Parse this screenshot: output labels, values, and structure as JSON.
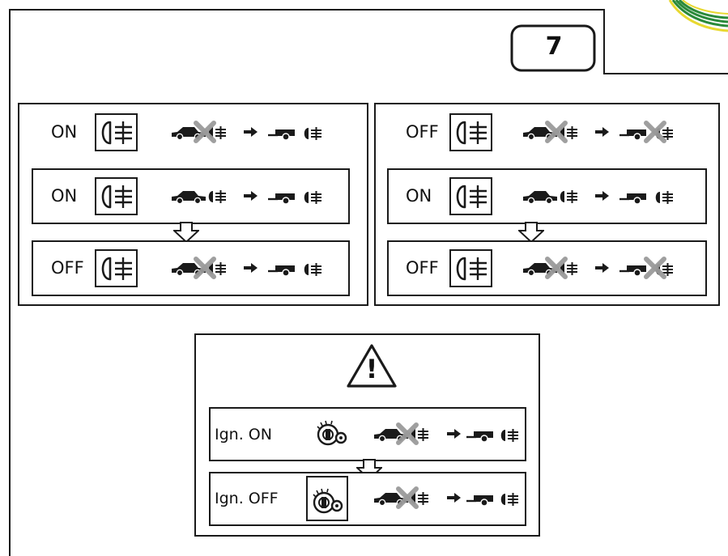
{
  "figure": {
    "step_number": "7",
    "colors": {
      "line": "#1a1a1a",
      "cross": "#9a9a9a",
      "badge_green": "#2a8a3a",
      "badge_yellow": "#e8d830"
    }
  },
  "left_panel": {
    "header": {
      "state": "ON",
      "car_crossed": true,
      "trailer_crossed": false
    },
    "step1": {
      "state": "ON",
      "car_crossed": false,
      "trailer_crossed": false
    },
    "step2": {
      "state": "OFF",
      "car_crossed": true,
      "trailer_crossed": false
    }
  },
  "right_panel": {
    "header": {
      "state": "OFF",
      "car_crossed": true,
      "trailer_crossed": true
    },
    "step1": {
      "state": "ON",
      "car_crossed": false,
      "trailer_crossed": false
    },
    "step2": {
      "state": "OFF",
      "car_crossed": true,
      "trailer_crossed": true
    }
  },
  "warning_panel": {
    "icon": "warning-triangle-icon",
    "symbol": "!",
    "step1": {
      "label": "Ign. ON",
      "car_crossed": true,
      "trailer_crossed": false
    },
    "step2": {
      "label": "Ign. OFF",
      "car_crossed": true,
      "trailer_crossed": false
    }
  }
}
